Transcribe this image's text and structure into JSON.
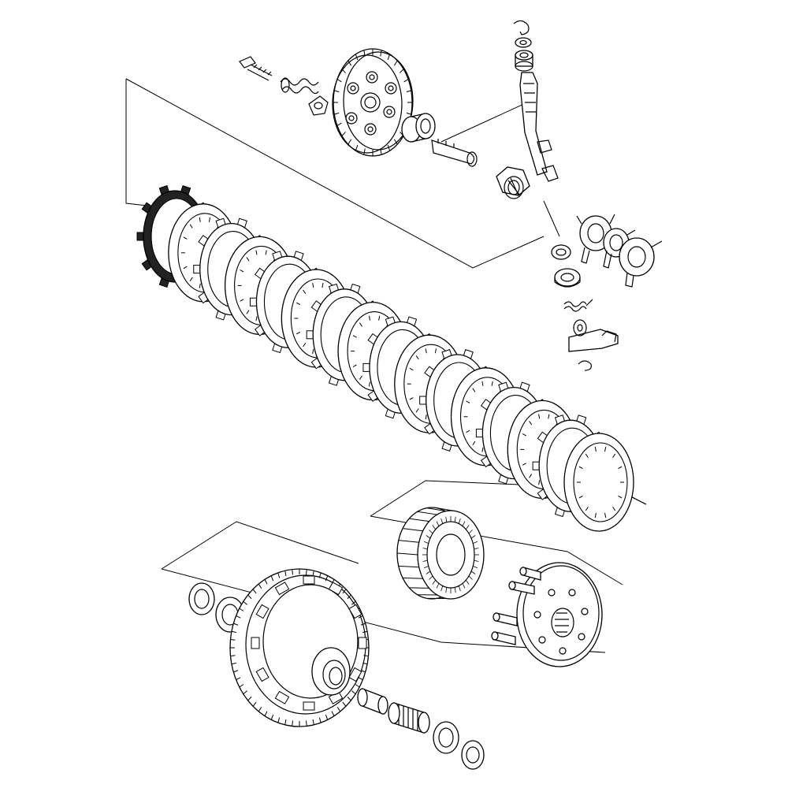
{
  "diagram": {
    "kind": "exploded-parts-view",
    "subject": "clutch-assembly",
    "line_color": "#000000",
    "background": "#ffffff",
    "plates": {
      "friction_plate_count": 8,
      "steel_plate_count": 8
    },
    "leader_lines": 5
  }
}
